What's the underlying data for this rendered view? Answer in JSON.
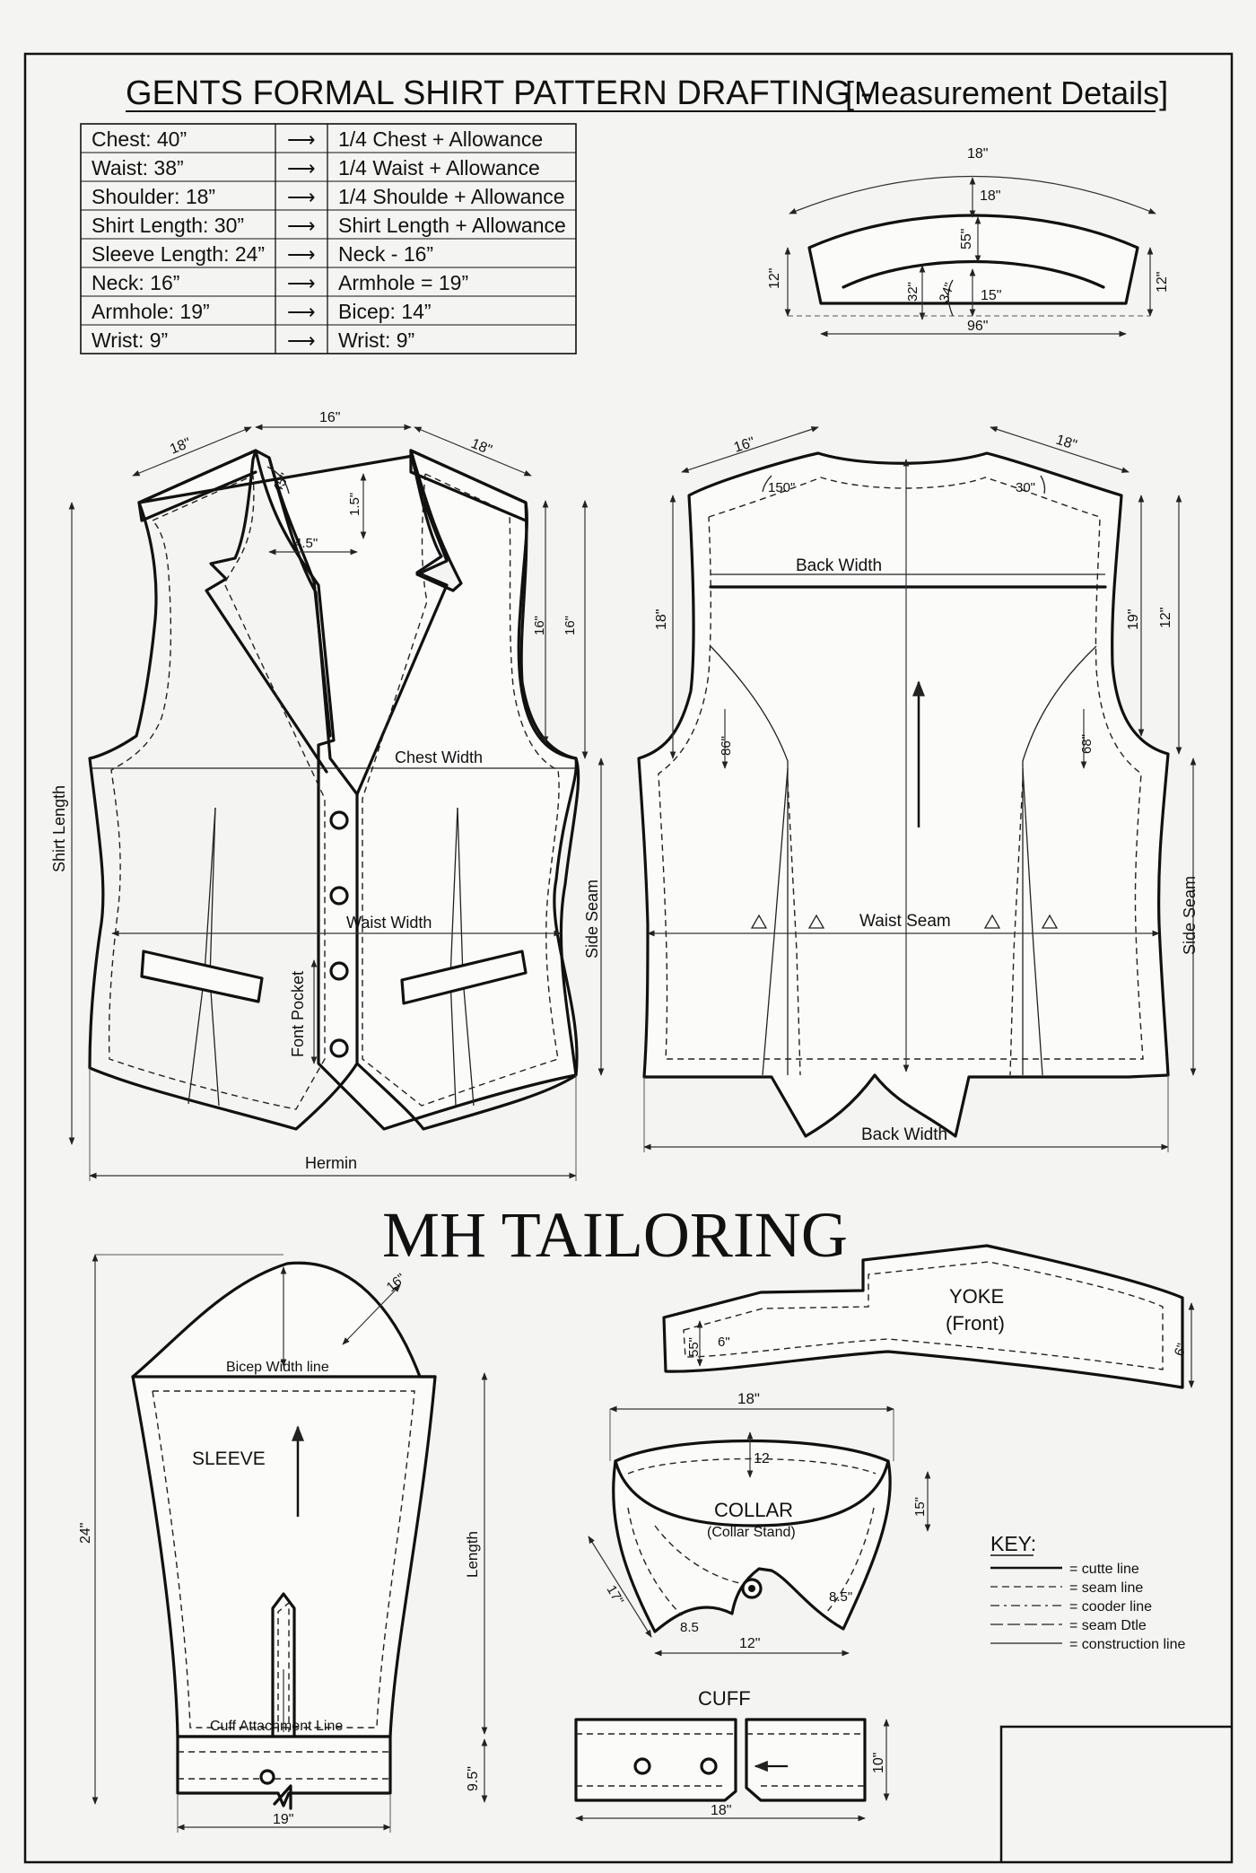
{
  "title": "GENTS FORMAL SHIRT PATTERN DRAFTING - ",
  "title_bracket": "[Measurement Details]",
  "measurements": [
    {
      "label": "Chest: 40”",
      "formula": "1/4 Chest + Allowance"
    },
    {
      "label": "Waist: 38”",
      "formula": "1/4 Waist + Allowance"
    },
    {
      "label": "Shoulder: 18”",
      "formula": "1/4 Shoulde + Allowance"
    },
    {
      "label": "Shirt Length: 30”",
      "formula": "Shirt Length + Allowance"
    },
    {
      "label": "Sleeve Length: 24”",
      "formula": "Neck - 16”"
    },
    {
      "label": "Neck: 16”",
      "formula": "Armhole = 19”"
    },
    {
      "label": "Armhole: 19”",
      "formula": "Bicep: 14”"
    },
    {
      "label": "Wrist: 9”",
      "formula": "Wrist: 9”"
    }
  ],
  "arrow_symbol": "⟶",
  "top_collar": {
    "top": "18\"",
    "inner": "18\"",
    "center": "55\"",
    "left": "12\"",
    "right": "12\"",
    "a": "32\"",
    "b": "34\"",
    "c": "15\"",
    "bottom": "96\""
  },
  "front": {
    "shoulder_left": "18\"",
    "neck": "16\"",
    "shoulder_right": "18\"",
    "angle": "45\"",
    "lapel_depth": "1.5\"",
    "lapel_width": "4.5\"",
    "armhole_a": "16\"",
    "armhole_b": "16\"",
    "chest_width": "Chest Width",
    "waist_width": "Waist Width",
    "shirt_length": "Shirt Length",
    "side_seam": "Side Seam",
    "font_pocket": "Font Pocket",
    "hermin": "Hermin"
  },
  "back": {
    "shoulder_left": "16\"",
    "shoulder_right": "18\"",
    "neck_left": "150\"",
    "neck_right": "30\"",
    "back_width_top": "Back Width",
    "left_length": "18\"",
    "right_a": "19\"",
    "right_b": "12\"",
    "dart_left": "86\"",
    "dart_right": "68\"",
    "waist_seam": "Waist Seam",
    "side_seam": "Side Seam",
    "back_width_bottom": "Back Width"
  },
  "brand": "MH TAILORING",
  "sleeve": {
    "title": "SLEEVE",
    "cap": "16\"",
    "bicep_line": "Bicep Width line",
    "left_length": "24\"",
    "length": "Length",
    "cuff_line": "Cuff Attachment Line",
    "cuff_height": "9.5\"",
    "bottom": "19\""
  },
  "yoke": {
    "title": "YOKE",
    "subtitle": "(Front)",
    "left_a": "55\"",
    "left_b": "6\"",
    "right": "6\""
  },
  "collar": {
    "title": "COLLAR",
    "subtitle": "(Collar Stand)",
    "top": "18\"",
    "inner": "12",
    "right": "15\"",
    "left_point": "17\"",
    "stand_left": "8.5",
    "stand_right": "8.5\"",
    "bottom": "12\""
  },
  "key": {
    "title": "KEY:",
    "items": [
      "= cutte line",
      "= seam line",
      "= cooder line",
      "= seam Dtle",
      "= construction line"
    ]
  },
  "cuff": {
    "title": "CUFF",
    "height": "10\"",
    "width": "18\""
  }
}
